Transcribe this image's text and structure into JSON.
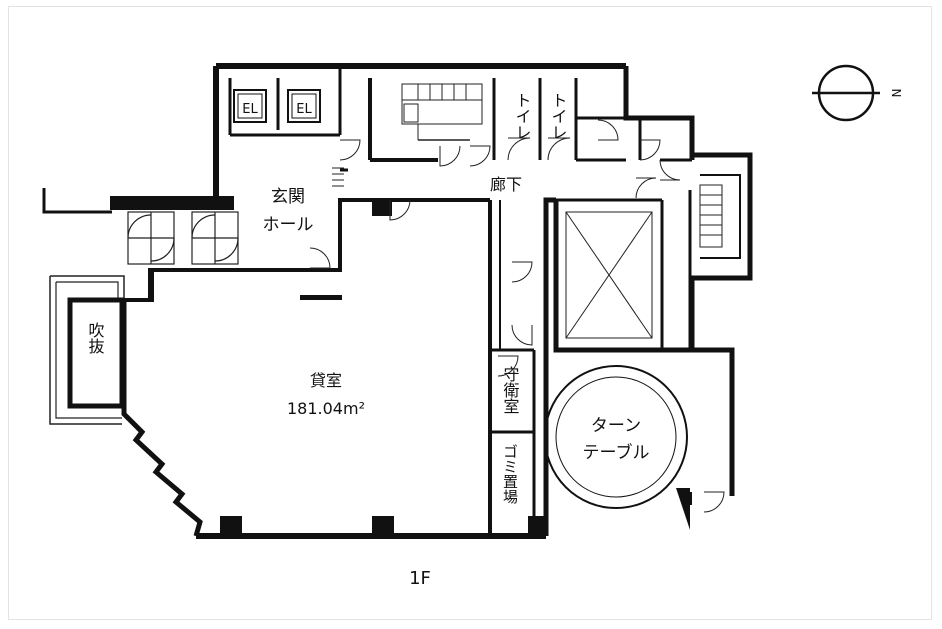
{
  "rooms": {
    "el_left": "EL",
    "el_right": "EL",
    "toilet_1": "トイレ",
    "toilet_2": "トイレ",
    "entrance_line1": "玄関",
    "entrance_line2": "ホール",
    "corridor": "廊下",
    "atrium": "吹抜",
    "rental_name": "貸室",
    "rental_area": "181.04m²",
    "guard": "守衛室",
    "garbage": "ゴミ置場",
    "turntable_line1": "ターン",
    "turntable_line2": "テーブル"
  },
  "floor_label": "1F",
  "compass": {
    "north_label": "N"
  },
  "colors": {
    "wall": "#111111",
    "line": "#222222",
    "frame": "#e3e3e3"
  }
}
